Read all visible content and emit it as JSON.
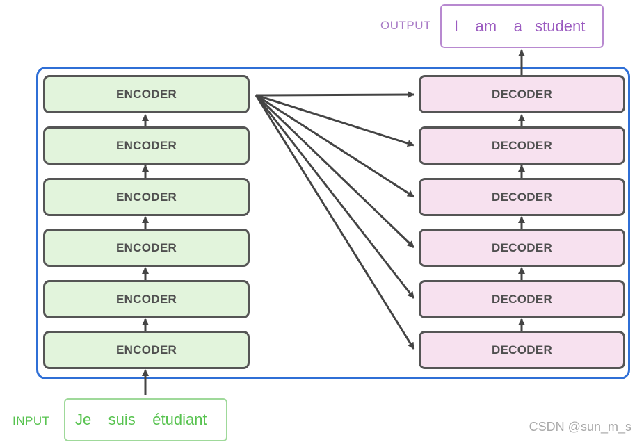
{
  "input": {
    "label": "INPUT",
    "text": "Je    suis    étudiant"
  },
  "output": {
    "label": "OUTPUT",
    "text": "I    am    a   student"
  },
  "encoders": [
    "ENCODER",
    "ENCODER",
    "ENCODER",
    "ENCODER",
    "ENCODER",
    "ENCODER"
  ],
  "decoders": [
    "DECODER",
    "DECODER",
    "DECODER",
    "DECODER",
    "DECODER",
    "DECODER"
  ],
  "watermark": "CSDN @sun_m_s",
  "colors": {
    "container_border": "#2f6fd6",
    "encoder_fill": "#e2f4dc",
    "decoder_fill": "#f7e1ef",
    "input_text": "#58c350",
    "output_text": "#9b5bc0",
    "arrow": "#444444"
  }
}
